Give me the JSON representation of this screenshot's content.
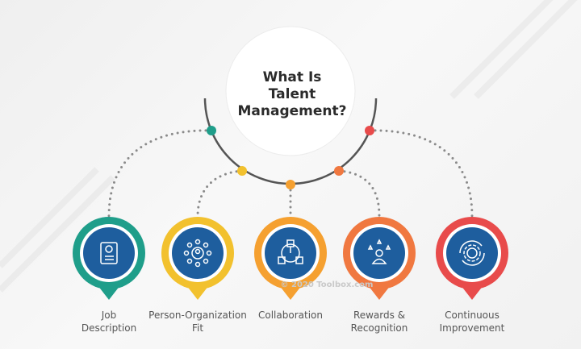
{
  "title_lines": [
    "What Is",
    "Talent",
    "Management?"
  ],
  "items": [
    {
      "label_lines": [
        "Job",
        "Description"
      ],
      "icon": "job-description-icon",
      "color": "#1f9e8a"
    },
    {
      "label_lines": [
        "Person-Organization",
        "Fit"
      ],
      "icon": "network-person-icon",
      "color": "#f2c12e"
    },
    {
      "label_lines": [
        "Collaboration",
        ""
      ],
      "icon": "collaboration-icon",
      "color": "#f5a030"
    },
    {
      "label_lines": [
        "Rewards &",
        "Recognition"
      ],
      "icon": "person-stars-icon",
      "color": "#f07840"
    },
    {
      "label_lines": [
        "Continuous",
        "Improvement"
      ],
      "icon": "gear-cycle-icon",
      "color": "#e84b4b"
    }
  ],
  "icon_bg_color": "#1e5e9e",
  "watermark": "© 2020 Toolbox.com"
}
